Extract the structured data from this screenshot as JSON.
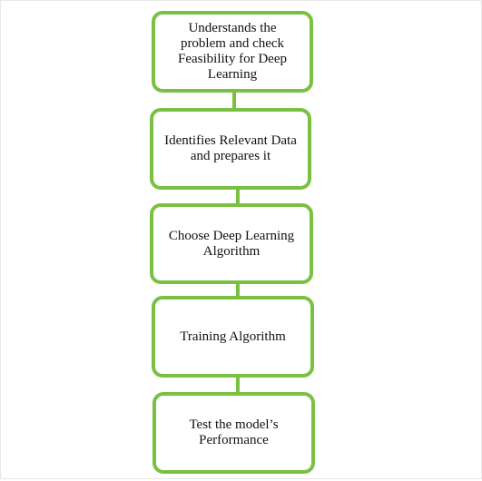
{
  "flowchart": {
    "steps": [
      {
        "label": "Understands the problem and check Feasibility for Deep Learning"
      },
      {
        "label": "Identifies Relevant Data and prepares it"
      },
      {
        "label": "Choose Deep Learning Algorithm"
      },
      {
        "label": "Training Algorithm"
      },
      {
        "label": "Test the model’s Performance"
      }
    ]
  },
  "colors": {
    "border": "#7ac143",
    "background": "#ffffff",
    "text": "#111111"
  }
}
